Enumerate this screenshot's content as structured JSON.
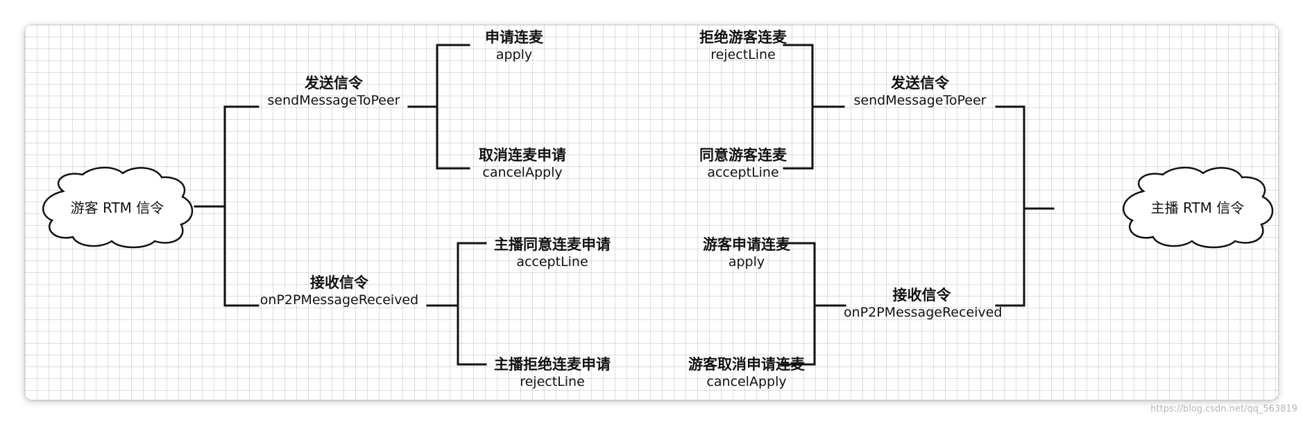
{
  "clouds": {
    "visitor": "游客 RTM 信令",
    "host": "主播 RTM 信令"
  },
  "visitor_side": {
    "send": {
      "zh": "发送信令",
      "en": "sendMessageToPeer"
    },
    "receive": {
      "zh": "接收信令",
      "en": "onP2PMessageReceived"
    },
    "apply": {
      "zh": "申请连麦",
      "en": "apply"
    },
    "cancel_apply": {
      "zh": "取消连麦申请",
      "en": "cancelApply"
    },
    "host_accept": {
      "zh": "主播同意连麦申请",
      "en": "acceptLine"
    },
    "host_reject": {
      "zh": "主播拒绝连麦申请",
      "en": "rejectLine"
    }
  },
  "host_side": {
    "send": {
      "zh": "发送信令",
      "en": "sendMessageToPeer"
    },
    "receive": {
      "zh": "接收信令",
      "en": "onP2PMessageReceived"
    },
    "reject_visitor": {
      "zh": "拒绝游客连麦",
      "en": "rejectLine"
    },
    "accept_visitor": {
      "zh": "同意游客连麦",
      "en": "acceptLine"
    },
    "visitor_apply": {
      "zh": "游客申请连麦",
      "en": "apply"
    },
    "visitor_cancel": {
      "zh": "游客取消申请连麦",
      "en": "cancelApply"
    }
  },
  "watermark": "https://blog.csdn.net/qq_563819",
  "colors": {
    "line": "#111111",
    "grid": "#dcdcdc",
    "cloud_stroke": "#111111"
  }
}
